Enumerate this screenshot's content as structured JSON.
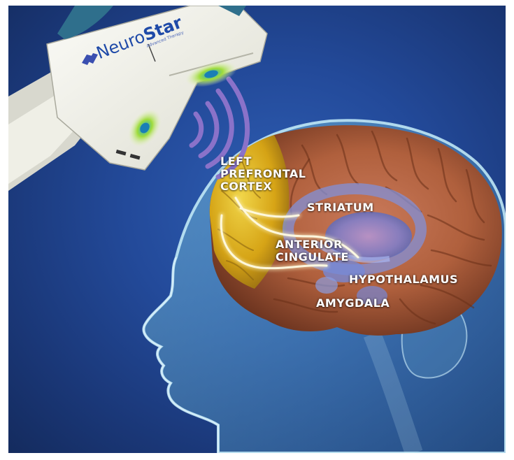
{
  "device": {
    "brand_light": "Neuro",
    "brand_bold": "Star",
    "tagline": "Advanced Therapy"
  },
  "labels": {
    "left_prefrontal_cortex": [
      "LEFT",
      "PREFRONTAL",
      "CORTEX"
    ],
    "striatum": "STRIATUM",
    "anterior_cingulate": [
      "ANTERIOR",
      "CINGULATE"
    ],
    "hypothalamus": "HYPOTHALAMUS",
    "amygdala": "AMYGDALA"
  },
  "colors": {
    "background": "#234a9a",
    "brain": "#c8774a",
    "prefrontal_highlight": "#e7c21a",
    "deep_structures": "#6d7fd0",
    "wave": "#8a72c9",
    "head": "#9fd6ea"
  },
  "icons": [
    "magnetic-coil-device",
    "magnetic-wave-arcs",
    "brain",
    "head-silhouette"
  ]
}
